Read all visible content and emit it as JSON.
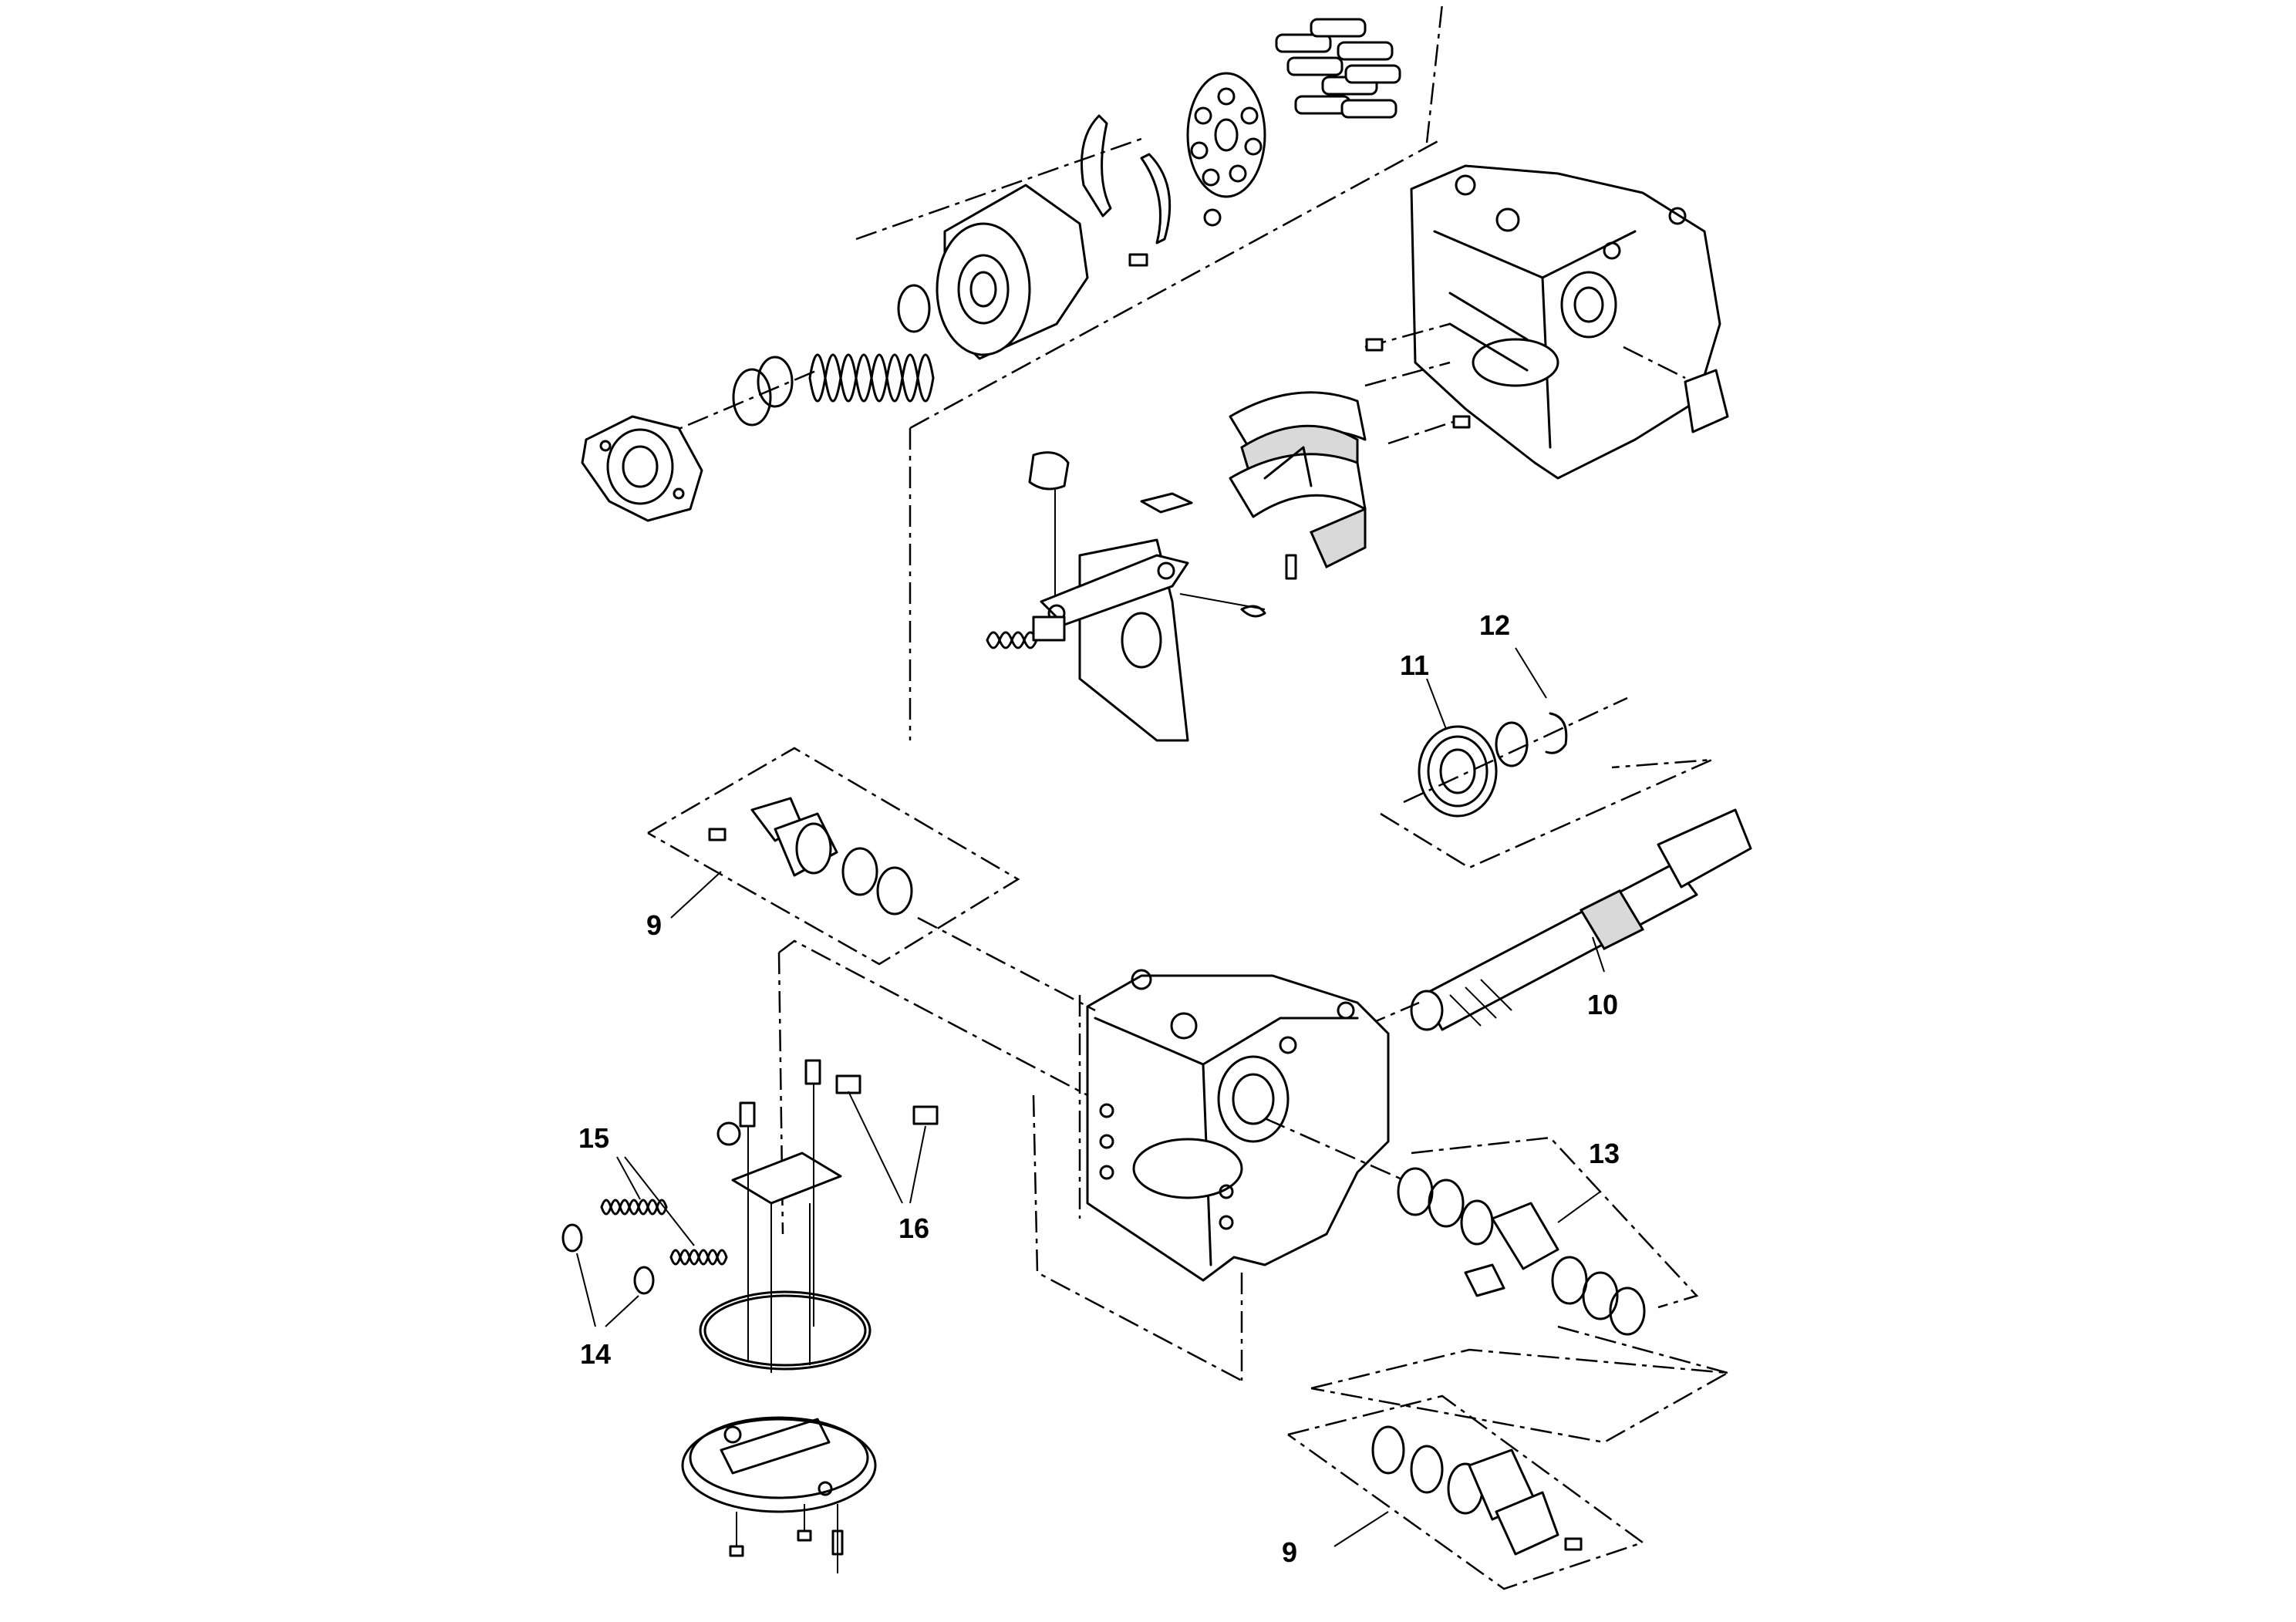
{
  "callouts": [
    {
      "id": "9a",
      "text": "9"
    },
    {
      "id": "9b",
      "text": "9"
    },
    {
      "id": "10",
      "text": "10"
    },
    {
      "id": "11",
      "text": "11"
    },
    {
      "id": "12",
      "text": "12"
    },
    {
      "id": "13",
      "text": "13"
    },
    {
      "id": "14",
      "text": "14"
    },
    {
      "id": "15",
      "text": "15"
    },
    {
      "id": "16",
      "text": "16"
    }
  ]
}
